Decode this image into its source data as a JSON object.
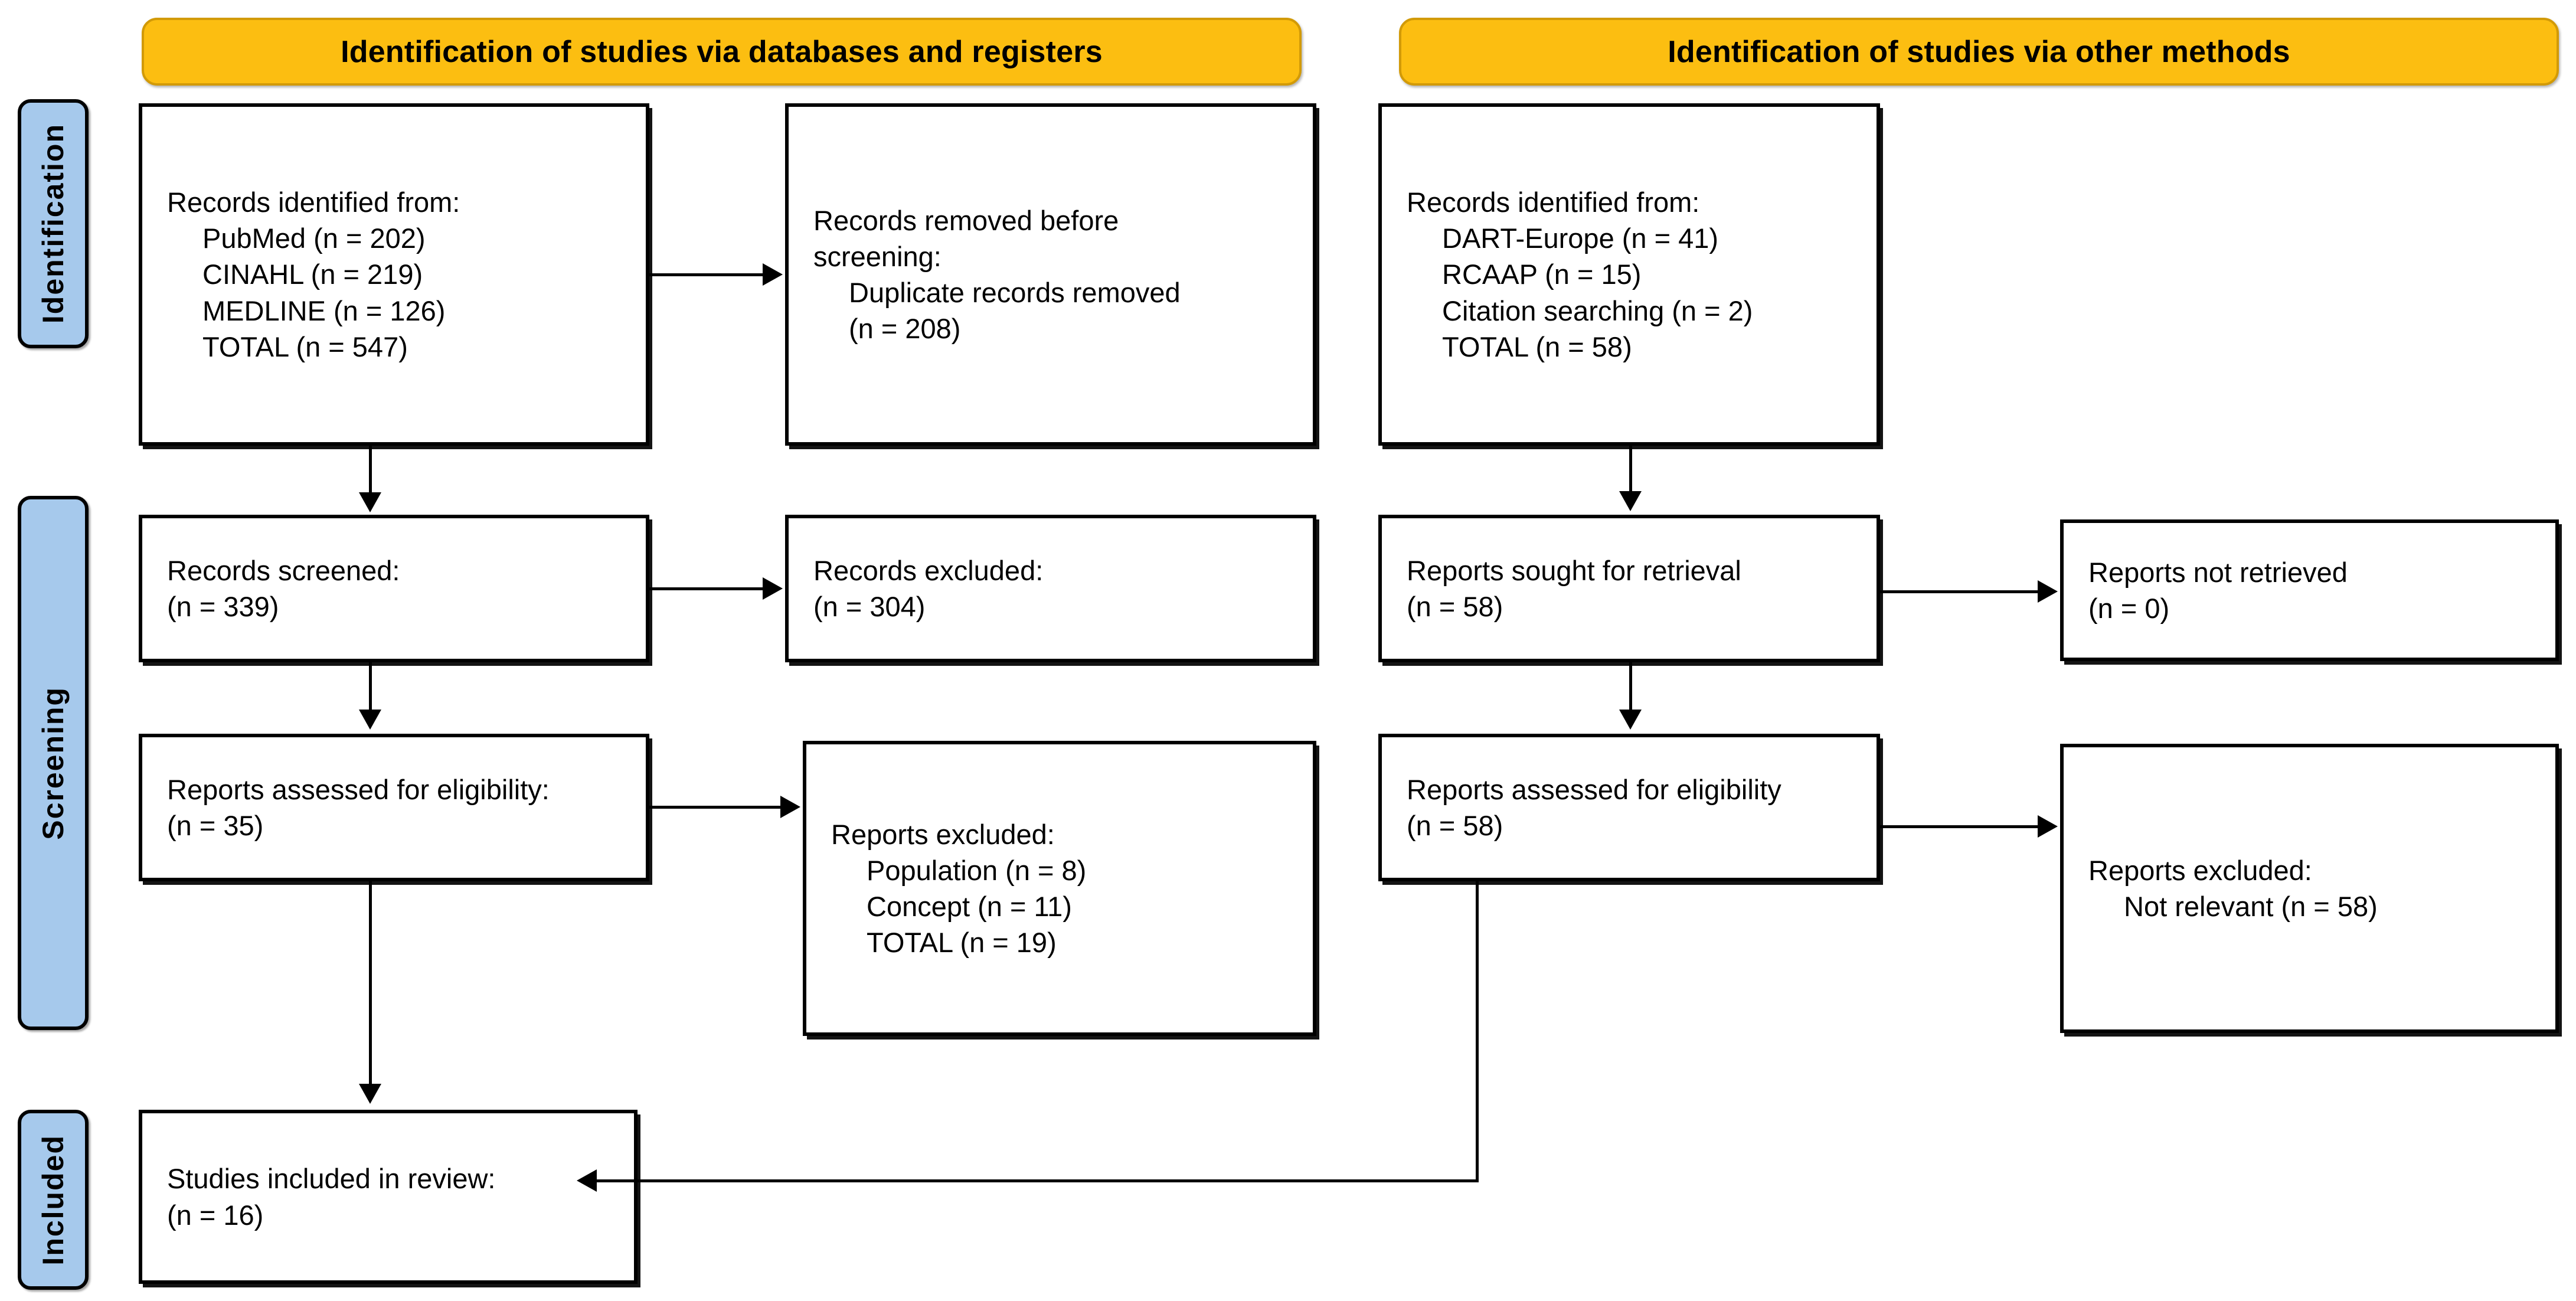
{
  "diagram": {
    "type": "PRISMA flow diagram",
    "headers": [
      {
        "id": "databases",
        "label": "Identification of studies via databases and registers"
      },
      {
        "id": "other",
        "label": "Identification of studies via other methods"
      }
    ],
    "stages": [
      {
        "id": "identification",
        "label": "Identification"
      },
      {
        "id": "screening",
        "label": "Screening"
      },
      {
        "id": "included",
        "label": "Included"
      }
    ],
    "colors": {
      "header_fill": "#FCBE11",
      "header_border": "#D29A07",
      "stage_fill": "#A6C9EC",
      "box_border": "#000000",
      "box_fill": "#FFFFFF"
    },
    "boxes": {
      "records_identified_db": {
        "lines": [
          {
            "text": "Records identified from:",
            "indent": false
          },
          {
            "text": "PubMed (n = 202)",
            "indent": true
          },
          {
            "text": "CINAHL (n = 219)",
            "indent": true
          },
          {
            "text": "MEDLINE (n = 126)",
            "indent": true
          },
          {
            "text": "TOTAL (n = 547)",
            "indent": true
          }
        ]
      },
      "records_removed": {
        "lines": [
          {
            "text": "Records removed before",
            "indent": false
          },
          {
            "text": "screening:",
            "indent": false
          },
          {
            "text": "Duplicate records removed",
            "indent": true
          },
          {
            "text": "(n = 208)",
            "indent": true
          }
        ]
      },
      "records_identified_other": {
        "lines": [
          {
            "text": "Records identified from:",
            "indent": false
          },
          {
            "text": "DART-Europe (n = 41)",
            "indent": true
          },
          {
            "text": "RCAAP (n = 15)",
            "indent": true
          },
          {
            "text": "Citation searching (n = 2)",
            "indent": true
          },
          {
            "text": "TOTAL (n = 58)",
            "indent": true
          }
        ]
      },
      "records_screened": {
        "lines": [
          {
            "text": "Records screened:",
            "indent": false
          },
          {
            "text": "(n = 339)",
            "indent": false
          }
        ]
      },
      "records_excluded": {
        "lines": [
          {
            "text": "Records excluded:",
            "indent": false
          },
          {
            "text": "(n = 304)",
            "indent": false
          }
        ]
      },
      "reports_sought": {
        "lines": [
          {
            "text": "Reports sought for retrieval",
            "indent": false
          },
          {
            "text": "(n = 58)",
            "indent": false
          }
        ]
      },
      "reports_not_retrieved": {
        "lines": [
          {
            "text": "Reports not retrieved",
            "indent": false
          },
          {
            "text": "(n = 0)",
            "indent": false
          }
        ]
      },
      "reports_assessed_db": {
        "lines": [
          {
            "text": "Reports assessed for eligibility:",
            "indent": false
          },
          {
            "text": "(n = 35)",
            "indent": false
          }
        ]
      },
      "reports_excluded_db": {
        "lines": [
          {
            "text": "Reports excluded:",
            "indent": false
          },
          {
            "text": "Population (n = 8)",
            "indent": true
          },
          {
            "text": "Concept (n = 11)",
            "indent": true
          },
          {
            "text": "TOTAL (n = 19)",
            "indent": true
          }
        ]
      },
      "reports_assessed_other": {
        "lines": [
          {
            "text": "Reports assessed for eligibility",
            "indent": false
          },
          {
            "text": "(n = 58)",
            "indent": false
          }
        ]
      },
      "reports_excluded_other": {
        "lines": [
          {
            "text": "Reports excluded:",
            "indent": false
          },
          {
            "text": "Not relevant (n = 58)",
            "indent": true
          }
        ]
      },
      "studies_included": {
        "lines": [
          {
            "text": "Studies included in review:",
            "indent": false
          },
          {
            "text": "(n = 16)",
            "indent": false
          }
        ]
      }
    },
    "counts": {
      "pubmed": 202,
      "cinahl": 219,
      "medline": 126,
      "total_databases": 547,
      "duplicates_removed": 208,
      "dart_europe": 41,
      "rcaap": 15,
      "citation_searching": 2,
      "total_other": 58,
      "records_screened": 339,
      "records_excluded": 304,
      "reports_sought": 58,
      "reports_not_retrieved": 0,
      "reports_assessed_db": 35,
      "excluded_population": 8,
      "excluded_concept": 11,
      "excluded_total_db": 19,
      "reports_assessed_other": 58,
      "excluded_not_relevant": 58,
      "studies_included": 16
    }
  }
}
